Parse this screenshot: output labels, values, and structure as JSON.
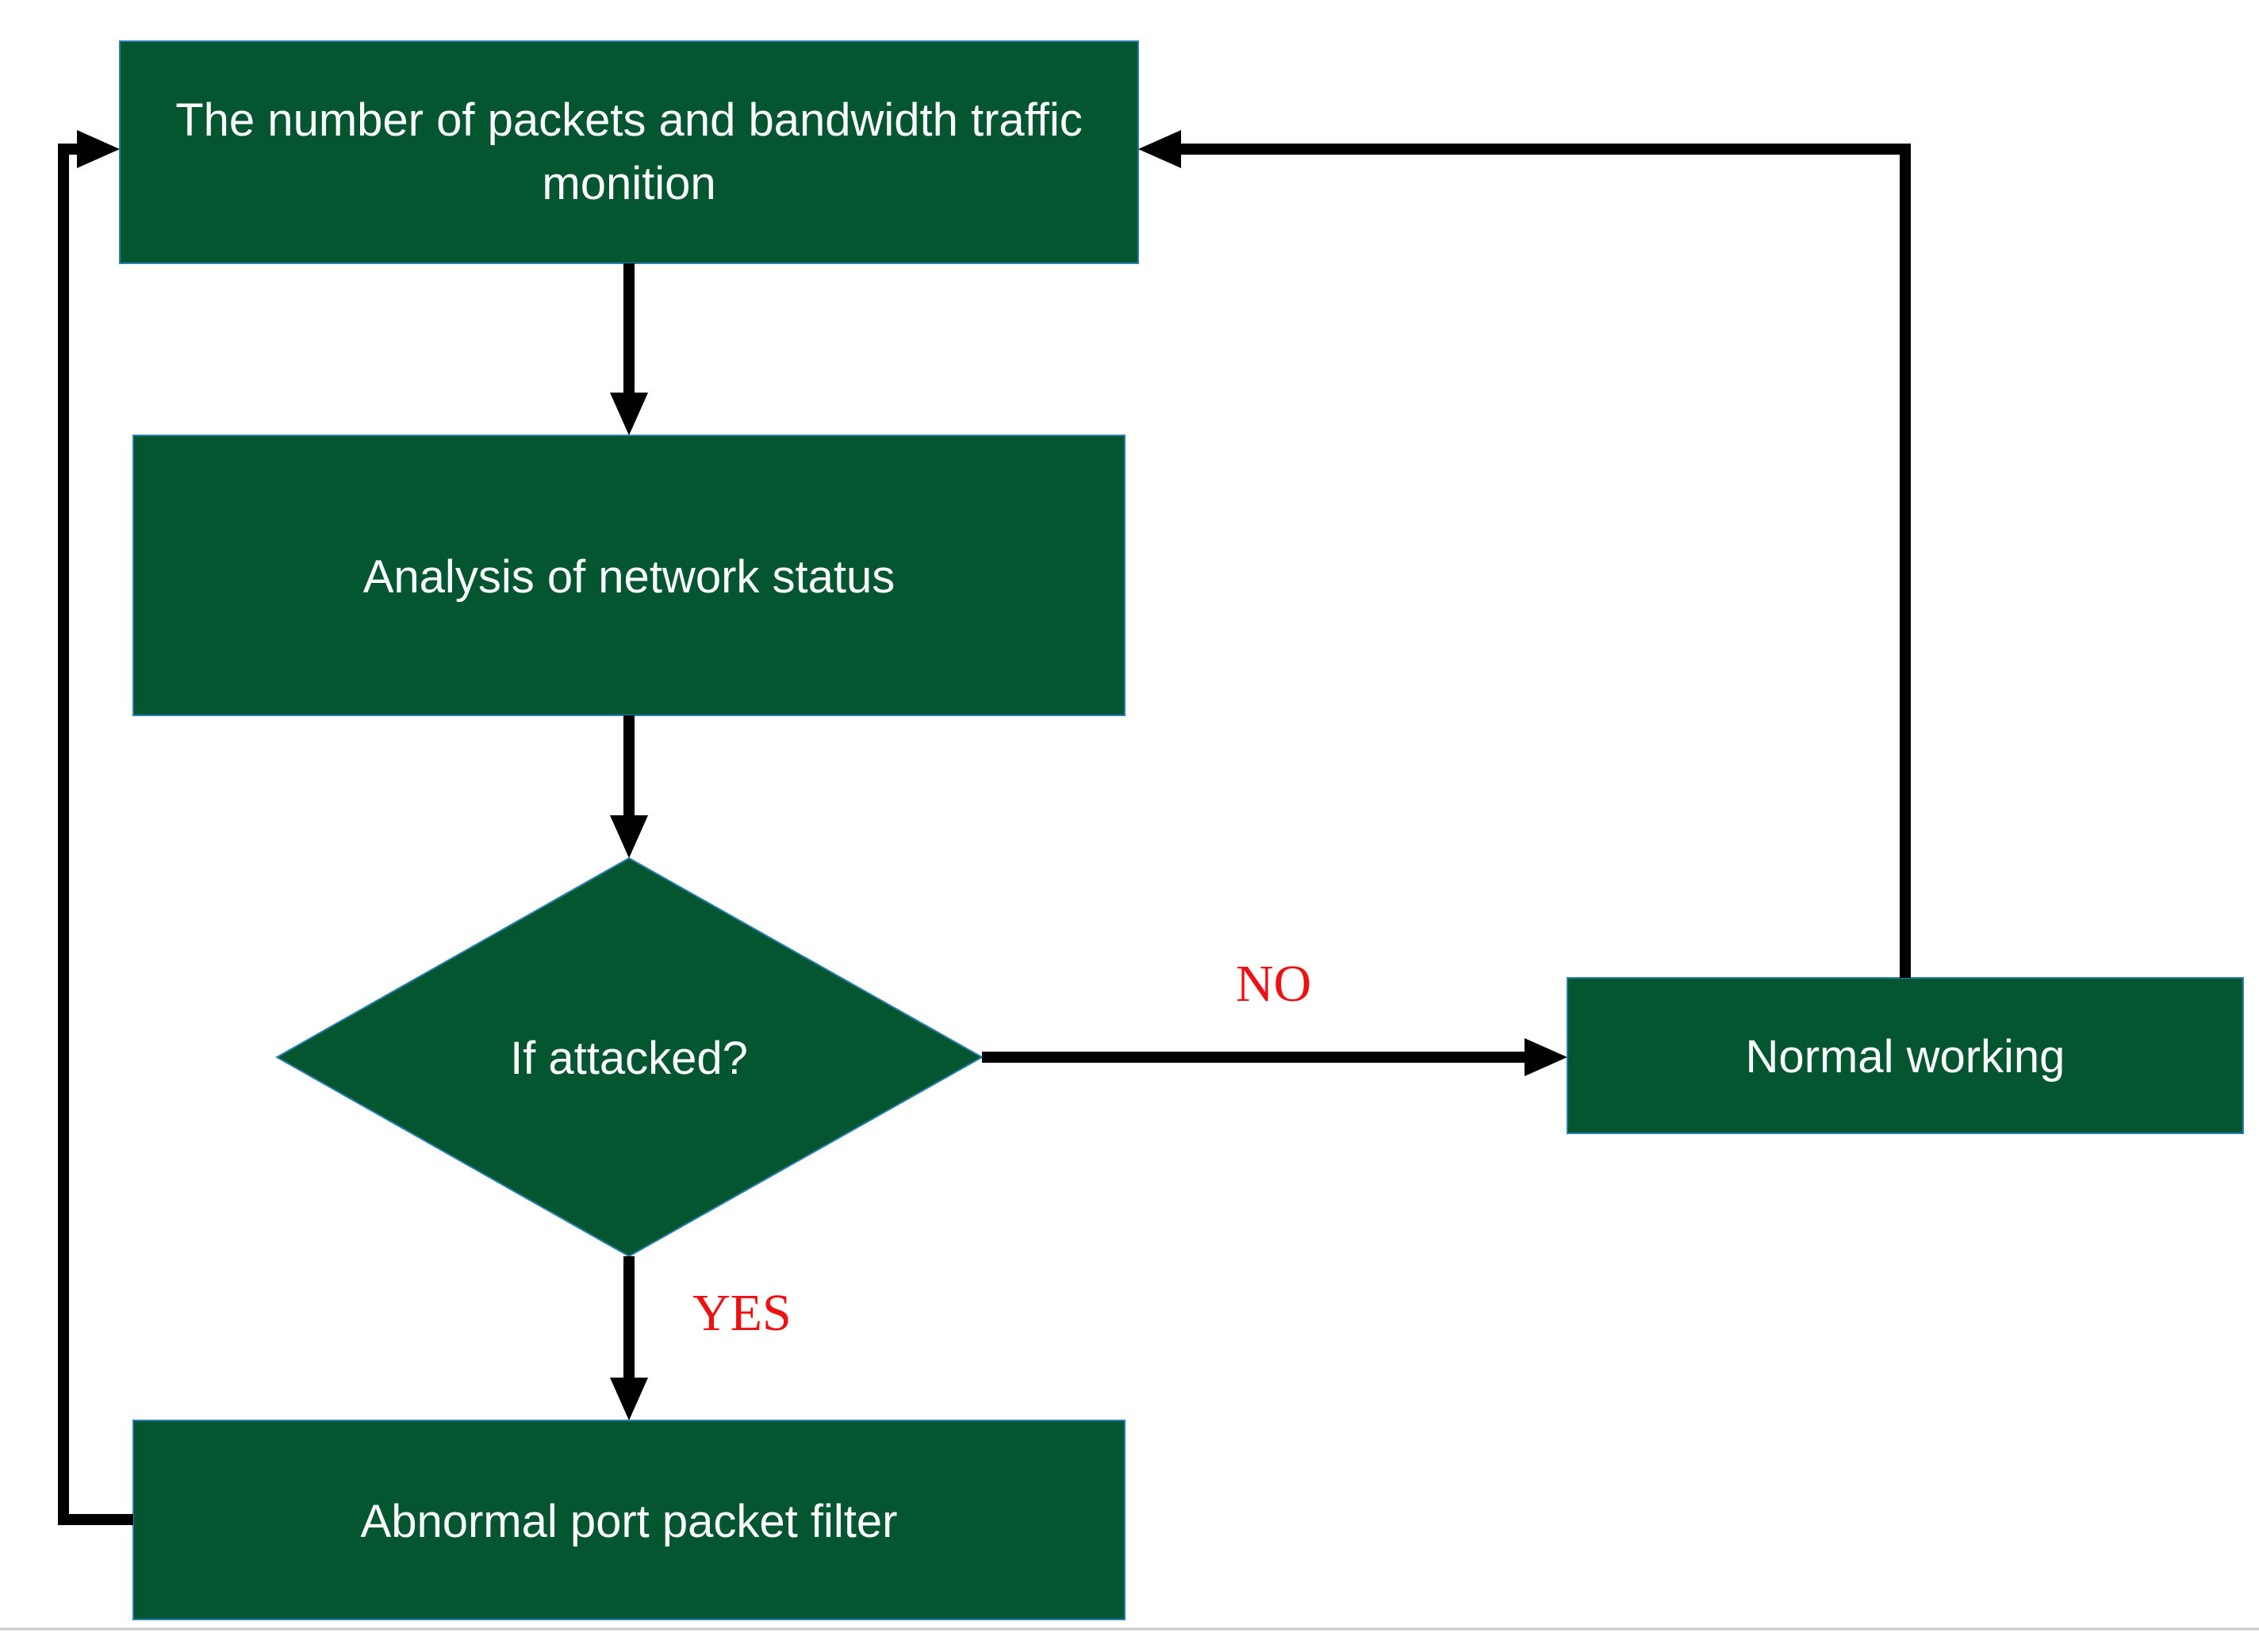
{
  "diagram": {
    "nodes": {
      "monitor": {
        "line1": "The number of packets and bandwidth traffic",
        "line2": "monition"
      },
      "analysis": {
        "label": "Analysis of network status"
      },
      "decision": {
        "label": "If attacked?"
      },
      "normal": {
        "label": "Normal working"
      },
      "filter": {
        "label": "Abnormal port packet filter"
      }
    },
    "edges": {
      "no_label": "NO",
      "yes_label": "YES"
    },
    "colors": {
      "node_fill": "#035630",
      "node_border": "#2a7fb0",
      "edge_label": "#ee1111",
      "arrow": "#000000"
    }
  }
}
